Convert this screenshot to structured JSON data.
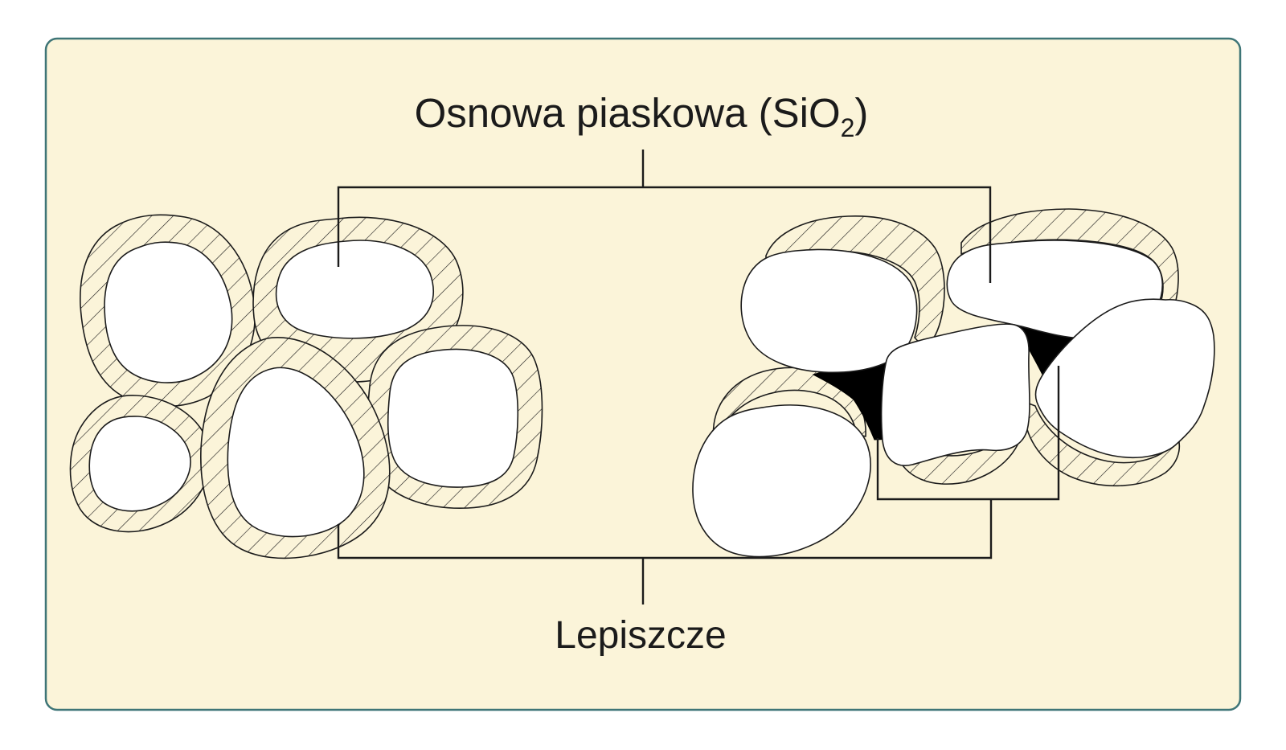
{
  "title": {
    "main": "Osnowa piaskowa (SiO",
    "subscript": "2",
    "end": ")"
  },
  "labels": {
    "binder": "Lepiszcze"
  },
  "colors": {
    "background": "#ffffff",
    "panel_fill": "#FBF4D9",
    "panel_border": "#3E7577",
    "line": "#1b1b1b",
    "binder": "#000000",
    "grain": "#ffffff"
  }
}
